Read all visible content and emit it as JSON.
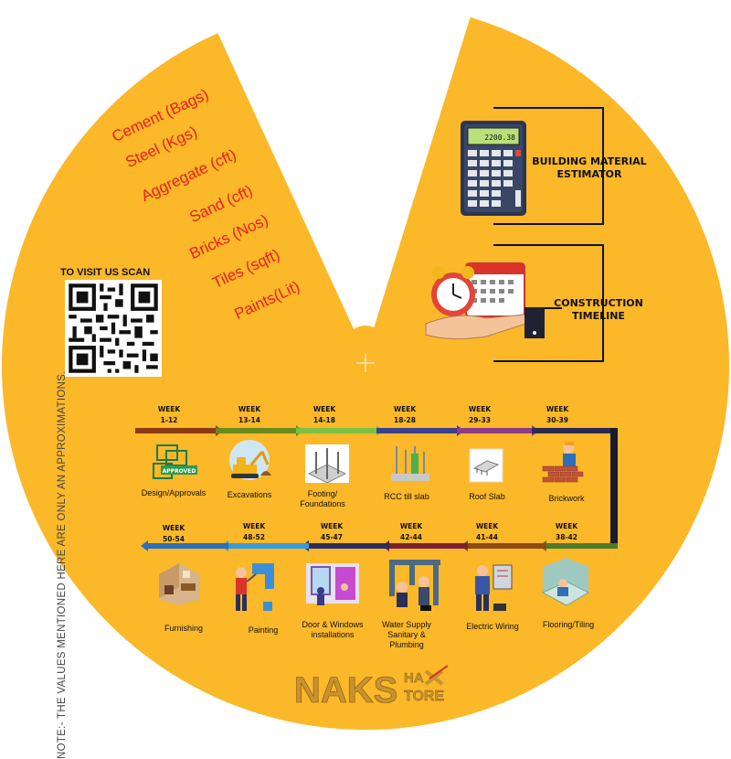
{
  "materials": {
    "title_hidden": "",
    "items": [
      "Cement (Bags)",
      "Steel (Kgs)",
      "Aggregate (cft)",
      "Sand (cft)",
      "Bricks (Nos)",
      "Tiles (sqft)",
      "Paints(Lit)"
    ]
  },
  "note": "NOTE:- THE VALUES MENTIONED HERE ARE ONLY AN APPROXIMATIONS.",
  "qr": {
    "label": "TO VISIT US SCAN"
  },
  "calculator": {
    "display": "2200.38"
  },
  "headings": {
    "estimator_line1": "BUILDING MATERIAL",
    "estimator_line2": "ESTIMATOR",
    "timeline_line1": "CONSTRUCTION",
    "timeline_line2": "TIMELINE"
  },
  "timeline_top": [
    {
      "week": "WEEK",
      "range": "1-12",
      "activity": "Design/Approvals",
      "badge": "APPROVED",
      "color": "#8b3a12"
    },
    {
      "week": "WEEK",
      "range": "13-14",
      "activity": "Excavations",
      "color": "#6a8a1e"
    },
    {
      "week": "WEEK",
      "range": "14-18",
      "activity": "Footing/ Foundations",
      "color": "#7ac143"
    },
    {
      "week": "WEEK",
      "range": "18-28",
      "activity": "RCC till slab",
      "color": "#3b3f8f"
    },
    {
      "week": "WEEK",
      "range": "29-33",
      "activity": "Roof Slab",
      "color": "#8e3b8a"
    },
    {
      "week": "WEEK",
      "range": "30-39",
      "activity": "Brickwork",
      "color": "#2a2a55"
    }
  ],
  "timeline_bottom": [
    {
      "week": "WEEK",
      "range": "50-54",
      "activity": "Furnishing",
      "color": "#2f6fb8"
    },
    {
      "week": "WEEK",
      "range": "48-52",
      "activity": "Painting",
      "color": "#3a9ad9"
    },
    {
      "week": "WEEK",
      "range": "45-47",
      "activity": "Door & Windows installations",
      "color": "#2c2f5a"
    },
    {
      "week": "WEEK",
      "range": "42-44",
      "activity": "Water Supply Sanitary & Plumbing",
      "color": "#7a2030"
    },
    {
      "week": "WEEK",
      "range": "41-44",
      "activity": "Electric Wiring",
      "color": "#8b4a16"
    },
    {
      "week": "WEEK",
      "range": "38-42",
      "activity": "Flooring/Tiling",
      "color": "#4f7a2a"
    }
  ],
  "logo": {
    "main": "NAKS",
    "top": "HA",
    "bottom": "TORE",
    "accent": "#c8922e"
  },
  "colors": {
    "disc": "#fbb829",
    "material_text": "#e8201c"
  }
}
